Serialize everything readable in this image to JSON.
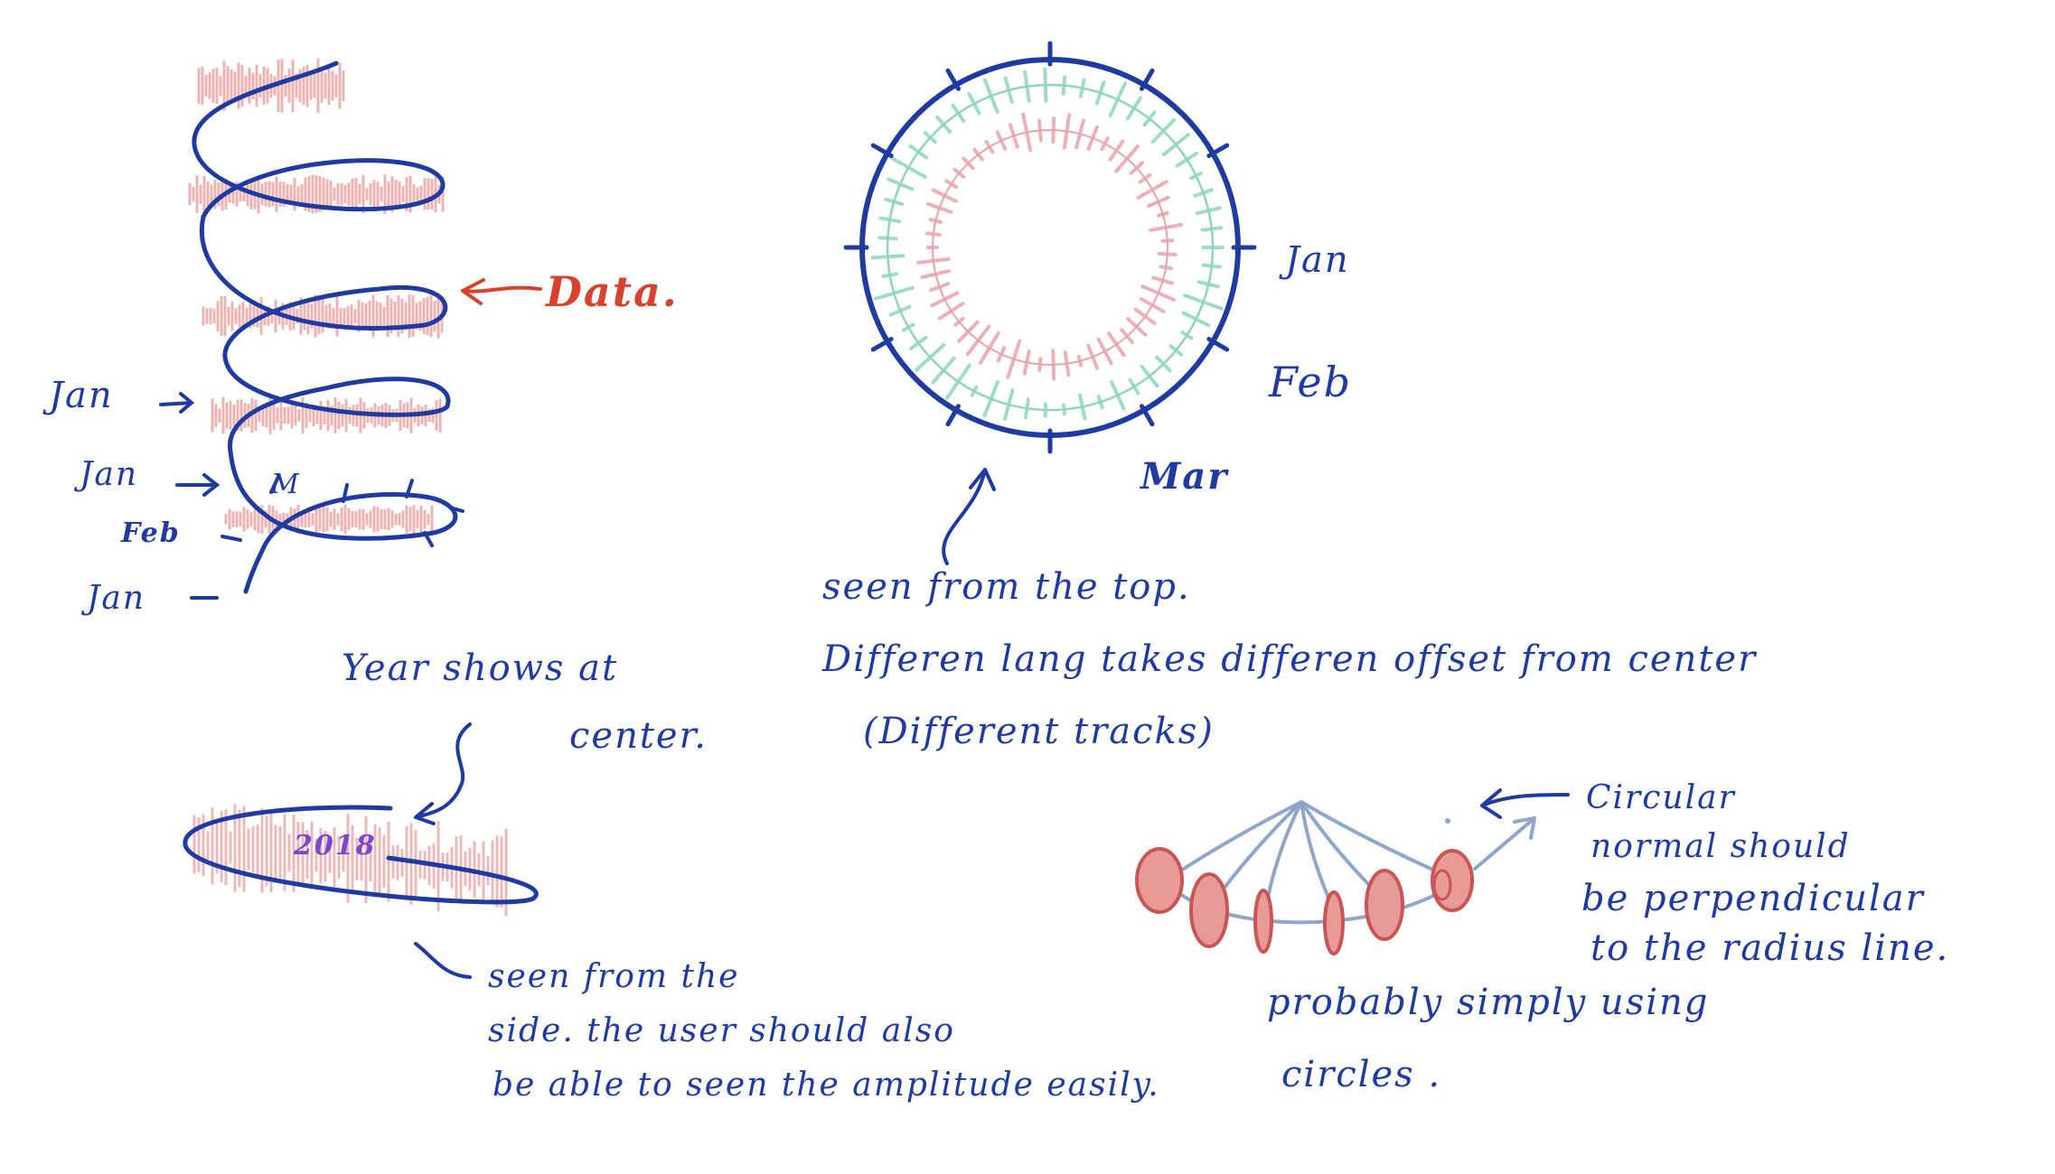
{
  "colors": {
    "ink_blue": "#1f3aa0",
    "ink_red": "#d8412b",
    "wave_pink": "#e69a9a",
    "wave_teal": "#7fcfb8",
    "ring_pink": "#e7a3ab",
    "ring_teal": "#8fd4c0",
    "disc_fill": "#e79a98",
    "disc_edge": "#c95555",
    "fan_line": "#8fa6c8",
    "year_purple": "#7a49c9"
  },
  "spiral": {
    "data_label": "Data.",
    "month_labels": [
      "Jan",
      "Jan",
      "Feb",
      "Jan"
    ],
    "tick_mark": "M"
  },
  "ring": {
    "month_labels": [
      "Jan",
      "Feb",
      "Mar"
    ],
    "caption": [
      "seen from the top.",
      "Differen lang takes differen offset from center",
      "(Different tracks)"
    ]
  },
  "side_view": {
    "year_note": [
      "Year shows at",
      "center."
    ],
    "year": "2018",
    "caption": [
      "seen from the",
      "side. the user should also",
      "be able to seen the amplitude easily."
    ]
  },
  "discs": {
    "note": [
      "Circular",
      "normal should",
      "be perpendicular",
      "to the radius line."
    ],
    "caption": [
      "probably simply using",
      "circles ."
    ]
  }
}
